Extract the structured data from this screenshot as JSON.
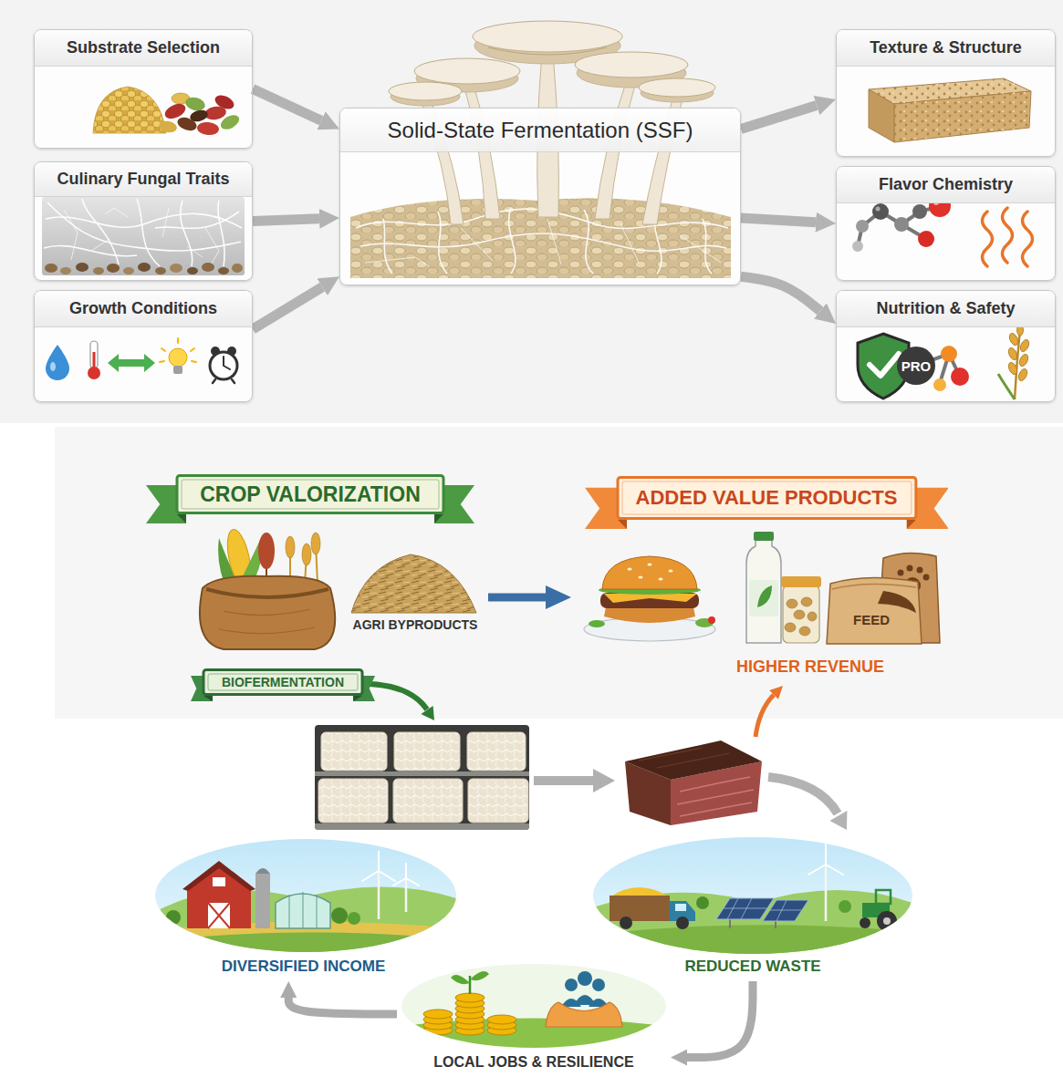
{
  "diagram": {
    "nodes": [
      {
        "text": [
          "Substrate Selection"
        ]
      },
      {
        "text": [
          "Culinary Fungal Traits"
        ]
      },
      {
        "text": [
          "Growth Conditions"
        ]
      },
      {
        "text": [
          "Solid-State Fermentation (SSF)"
        ]
      },
      {
        "text": [
          "Texture & Structure"
        ]
      },
      {
        "text": [
          "Flavor Chemistry"
        ]
      },
      {
        "text": [
          "Nutrition & Safety"
        ]
      },
      {
        "text": [
          "CROP VALORIZATION"
        ]
      },
      {
        "text": [
          "ADDED VALUE PRODUCTS"
        ]
      },
      {
        "text": [
          "BIOFERMENTATION"
        ]
      },
      {
        "text": [
          "DIVERSIFIED INCOME"
        ]
      },
      {
        "text": [
          "REDUCED WASTE"
        ]
      },
      {
        "text": [
          "LOCAL JOBS & RESILIENCE"
        ]
      }
    ],
    "edges": [
      {
        "from": 0,
        "to": 3,
        "arrow": "to"
      },
      {
        "from": 1,
        "to": 3,
        "arrow": "to"
      },
      {
        "from": 2,
        "to": 3,
        "arrow": "to"
      },
      {
        "from": 3,
        "to": 4,
        "arrow": "to"
      },
      {
        "from": 3,
        "to": 5,
        "arrow": "to"
      },
      {
        "from": 3,
        "to": 6,
        "arrow": "to"
      },
      {
        "from": 11,
        "to": 12,
        "arrow": "to"
      },
      {
        "from": 12,
        "to": 10,
        "arrow": "to"
      }
    ],
    "labels": [
      "AGRI BYPRODUCTS",
      "HIGHER REVENUE",
      "FEED",
      "PRO"
    ]
  }
}
